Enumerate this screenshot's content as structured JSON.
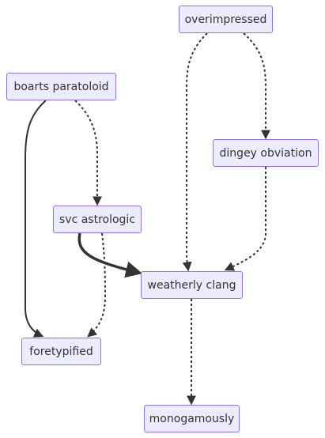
{
  "diagram": {
    "nodes": [
      {
        "id": "overimpressed",
        "label": "overimpressed"
      },
      {
        "id": "boarts",
        "label": "boarts paratoloid"
      },
      {
        "id": "dingey",
        "label": "dingey obviation"
      },
      {
        "id": "svc",
        "label": "svc astrologic"
      },
      {
        "id": "weatherly",
        "label": "weatherly clang"
      },
      {
        "id": "foretypified",
        "label": "foretypified"
      },
      {
        "id": "monogamously",
        "label": "monogamously"
      }
    ],
    "edges": [
      {
        "from": "overimpressed",
        "to": "dingey",
        "style": "dotted"
      },
      {
        "from": "overimpressed",
        "to": "weatherly",
        "style": "dotted"
      },
      {
        "from": "dingey",
        "to": "weatherly",
        "style": "dotted"
      },
      {
        "from": "boarts",
        "to": "svc",
        "style": "dotted"
      },
      {
        "from": "boarts",
        "to": "foretypified",
        "style": "solid"
      },
      {
        "from": "svc",
        "to": "weatherly",
        "style": "thick"
      },
      {
        "from": "svc",
        "to": "foretypified",
        "style": "dotted"
      },
      {
        "from": "weatherly",
        "to": "monogamously",
        "style": "dotted"
      }
    ],
    "colors": {
      "node_fill": "#ececff",
      "node_border": "#9370db",
      "edge": "#333333",
      "text": "#333333"
    }
  }
}
